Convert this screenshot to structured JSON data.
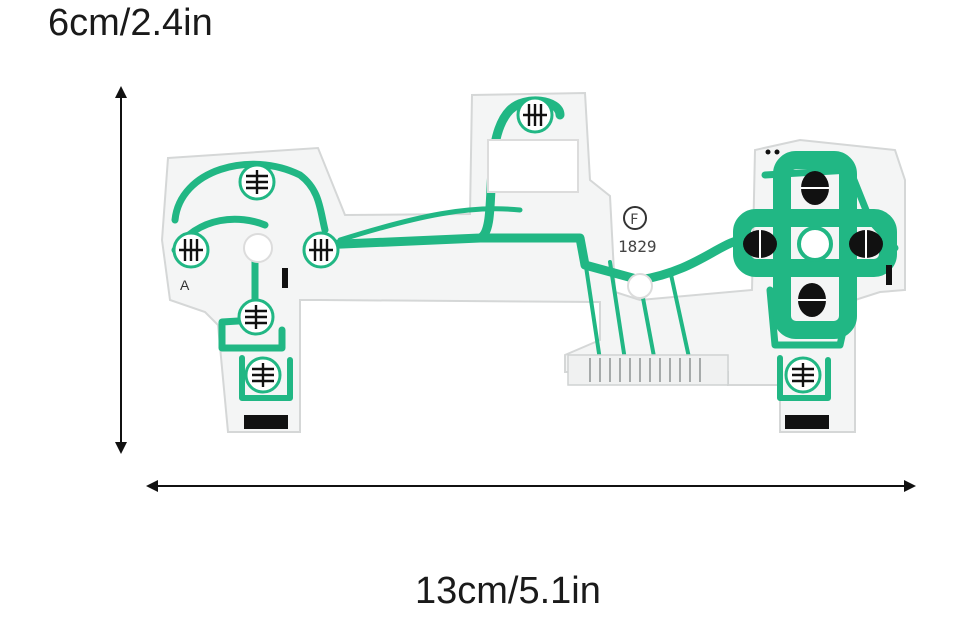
{
  "dimensions": {
    "height_label": "6cm/2.4in",
    "width_label": "13cm/5.1in"
  },
  "board": {
    "corner_mark": "A",
    "logo_glyph": "F",
    "serial": "1829"
  },
  "colors": {
    "trace_green": "#21b784",
    "substrate": "#f4f5f5",
    "pad_black": "#111111",
    "arrow": "#111111"
  }
}
